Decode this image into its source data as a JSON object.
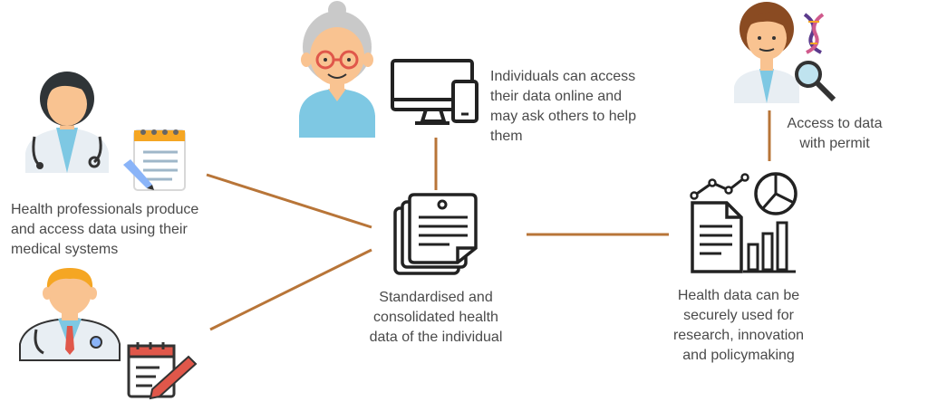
{
  "diagram": {
    "nodes": {
      "individual": {
        "label": "Individuals can access\ntheir data online and\nmay ask others to help\nthem",
        "icon": "elderly-woman-icon",
        "device_icon": "monitor-phone-icon"
      },
      "professionals": {
        "label": "Health professionals produce\nand access data using their\nmedical systems",
        "icons": [
          "female-doctor-icon",
          "notepad-pencil-icon",
          "male-doctor-icon",
          "calendar-pen-icon"
        ]
      },
      "center": {
        "label": "Standardised and\nconsolidated health\ndata of the individual",
        "icon": "document-stack-icon"
      },
      "research": {
        "label": "Health data can be\nsecurely used for\nresearch, innovation\nand policymaking",
        "icon": "analytics-report-icon"
      },
      "researcher": {
        "label": "Access to data\nwith permit",
        "icon": "scientist-dna-icon"
      }
    },
    "colors": {
      "connector": "#b87538",
      "text": "#4a4a4a",
      "skin": "#f9c391",
      "teal": "#7ec8e3",
      "hair_brown": "#8a4b22",
      "gray_hair": "#c9c9c9",
      "dark": "#222222"
    }
  }
}
